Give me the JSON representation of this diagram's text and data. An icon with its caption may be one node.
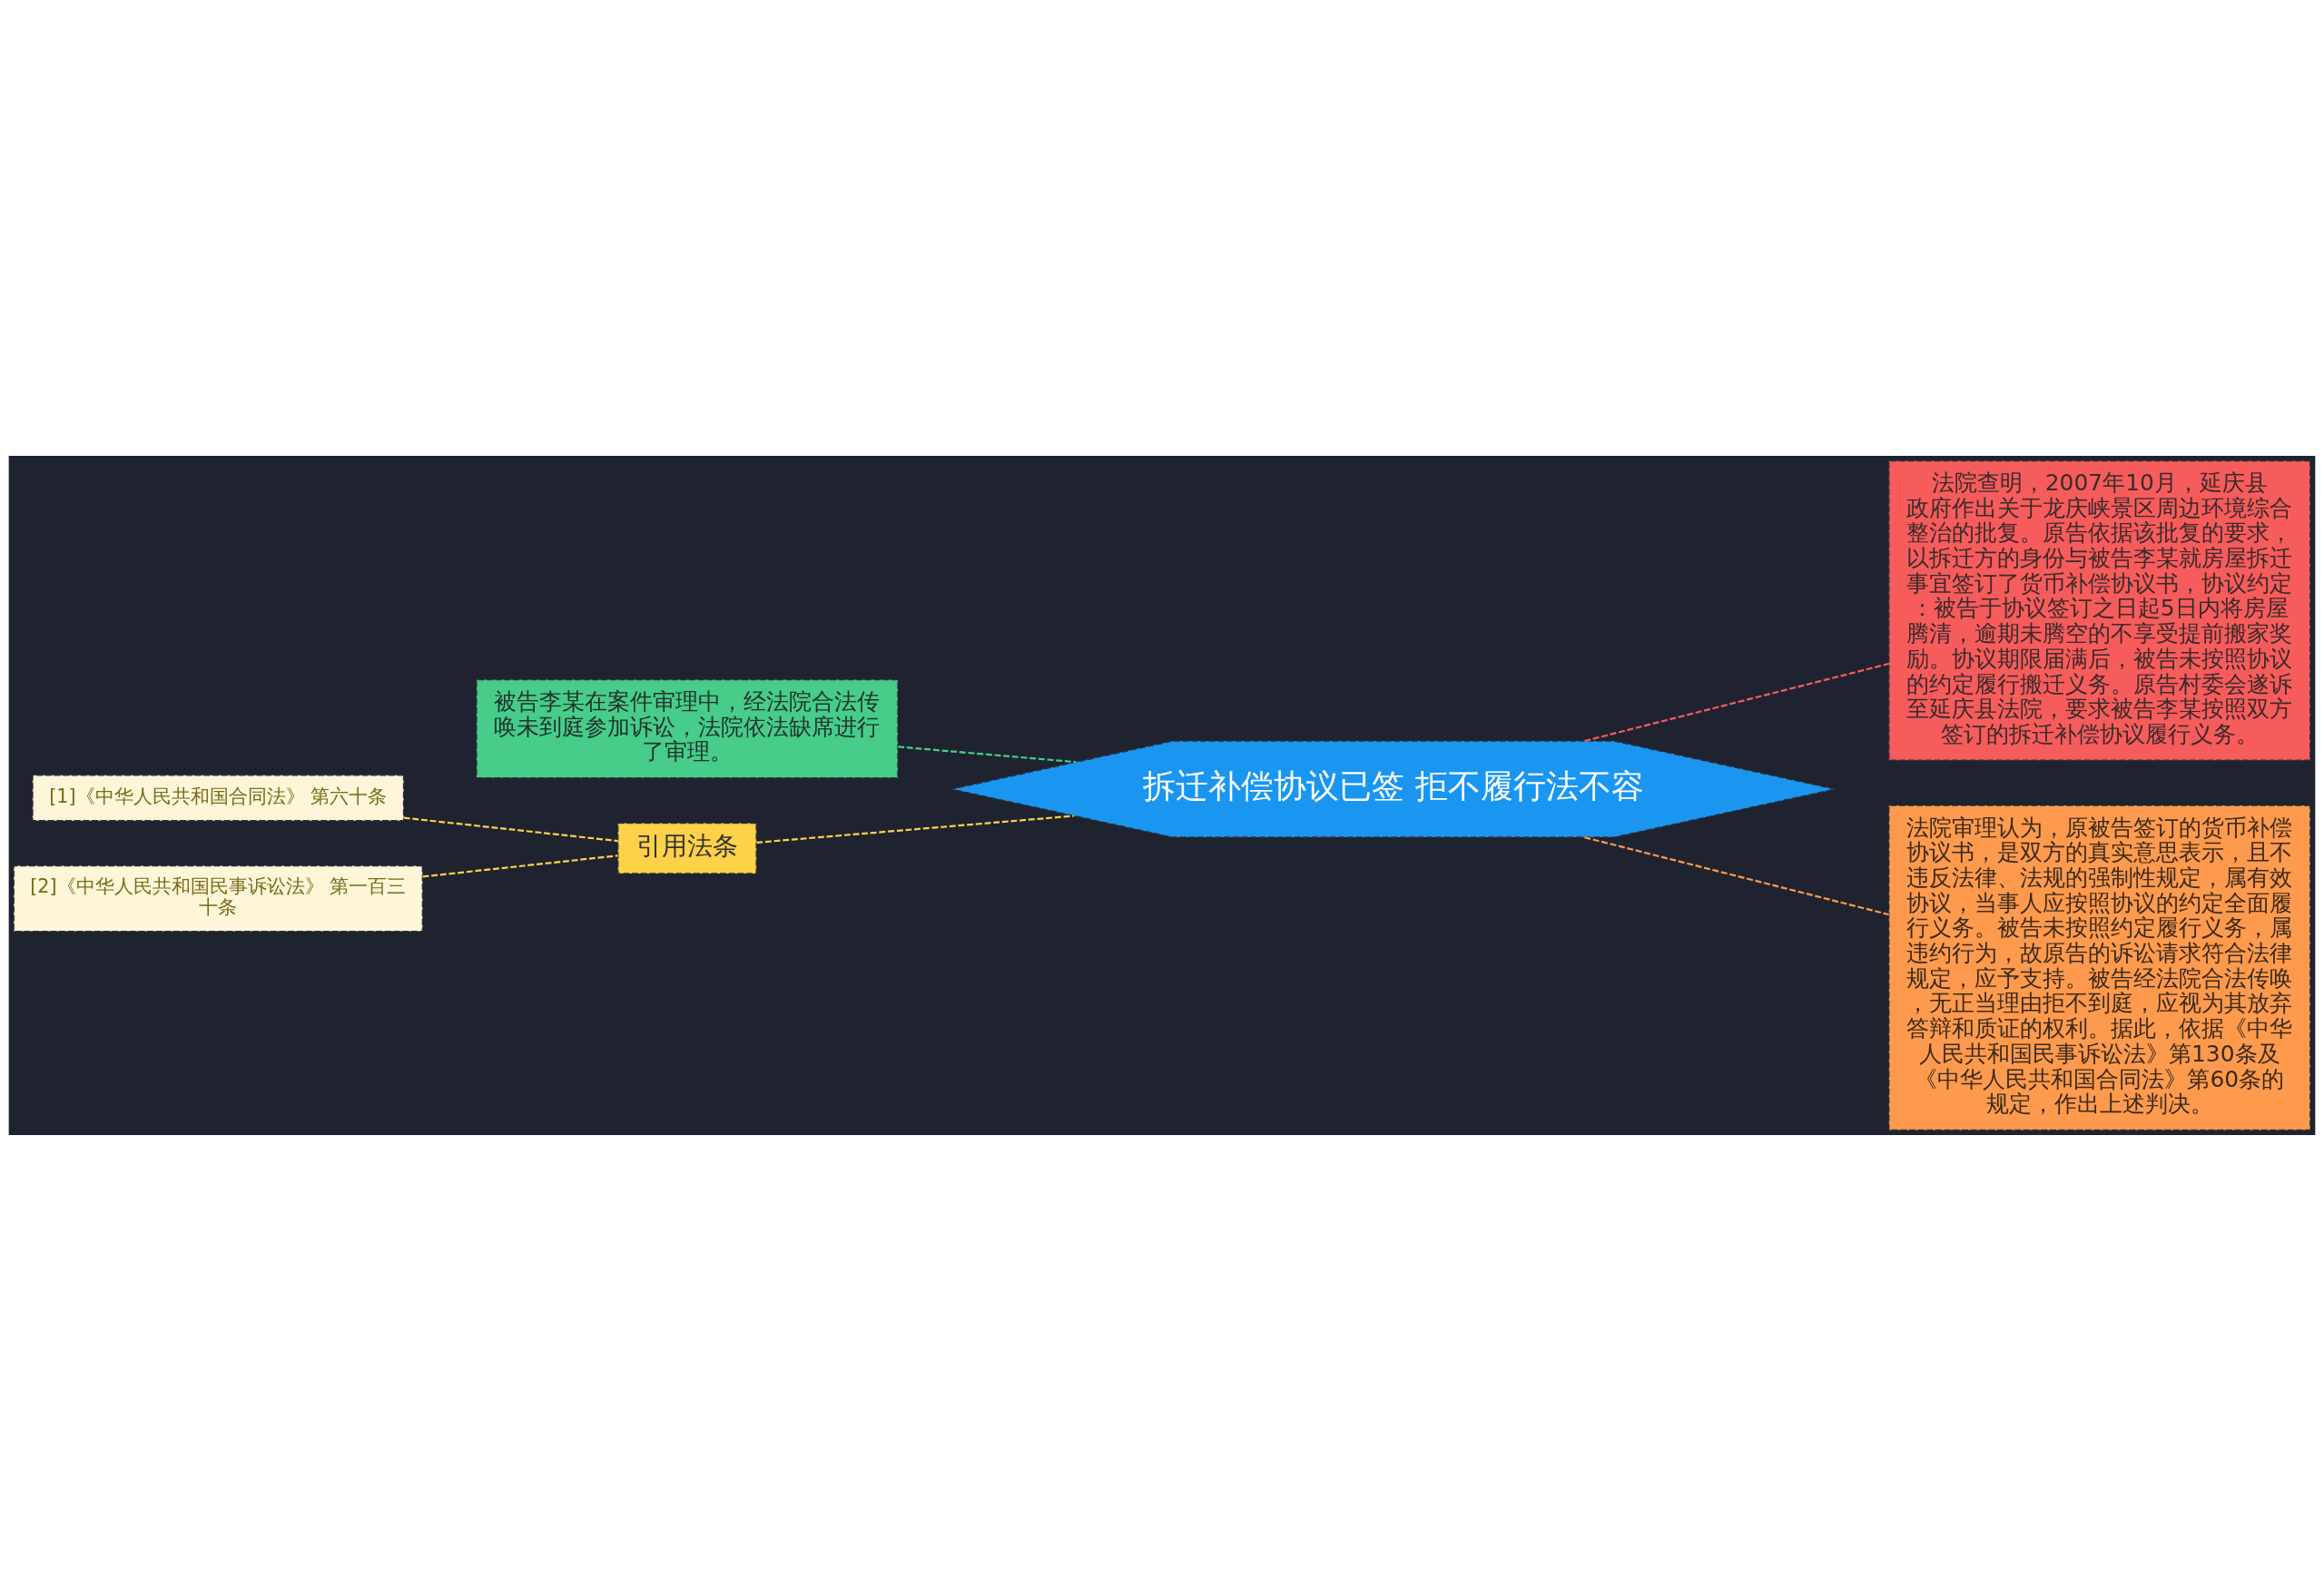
{
  "diagram": {
    "nodes": [
      {
        "text": [
          "拆迁补偿协议已签 拒不履行法不容"
        ]
      },
      {
        "text": [
          "法院查明，2007年10月，延庆县政府作出关于龙庆峡景区周边环境综合整治的批复。原告依据该批复的要求，以拆迁方的身份与被告李某就房屋拆迁事宜签订了货币补偿协议书，协议约定：被告于协议签订之日起5日内将房屋腾清，逾期未腾空的不享受提前搬家奖励。协议期限届满后，被告未按照协议的约定履行搬迁义务。原告村委会遂诉至延庆县法院，要求被告李某按照双方签订的拆迁补偿协议履行义务。"
        ]
      },
      {
        "text": [
          "法院审理认为，原被告签订的货币补偿协议书，是双方的真实意思表示，且不违反法律、法规的强制性规定，属有效协议，当事人应按照协议的约定全面履行义务。被告未按照约定履行义务，属违约行为，故原告的诉讼请求符合法律规定，应予支持。被告经法院合法传唤，无正当理由拒不到庭，应视为其放弃答辩和质证的权利。据此，依据《中华人民共和国民事诉讼法》第130条及《中华人民共和国合同法》第60条的规定，作出上述判决。"
        ]
      },
      {
        "text": [
          "被告李某在案件审理中，经法院合法传唤未到庭参加诉讼，法院依法缺席进行了审理。"
        ]
      },
      {
        "text": [
          "引用法条"
        ]
      },
      {
        "text": [
          "[1]《中华人民共和国合同法》 第六十条"
        ]
      },
      {
        "text": [
          "[2]《中华人民共和国民事诉讼法》 第一百三十条"
        ]
      }
    ],
    "edges": [
      {
        "from": 0,
        "to": 1,
        "arrow": "none",
        "style": "dashed",
        "color": "#f65c5c"
      },
      {
        "from": 0,
        "to": 2,
        "arrow": "none",
        "style": "dashed",
        "color": "#fd9a4e"
      },
      {
        "from": 3,
        "to": 0,
        "arrow": "none",
        "style": "dashed",
        "color": "#47cc8a"
      },
      {
        "from": 4,
        "to": 0,
        "arrow": "none",
        "style": "dashed",
        "color": "#fdd248"
      },
      {
        "from": 5,
        "to": 4,
        "arrow": "none",
        "style": "dashed",
        "color": "#fdd248"
      },
      {
        "from": 6,
        "to": 4,
        "arrow": "none",
        "style": "dashed",
        "color": "#fdd248"
      }
    ]
  }
}
